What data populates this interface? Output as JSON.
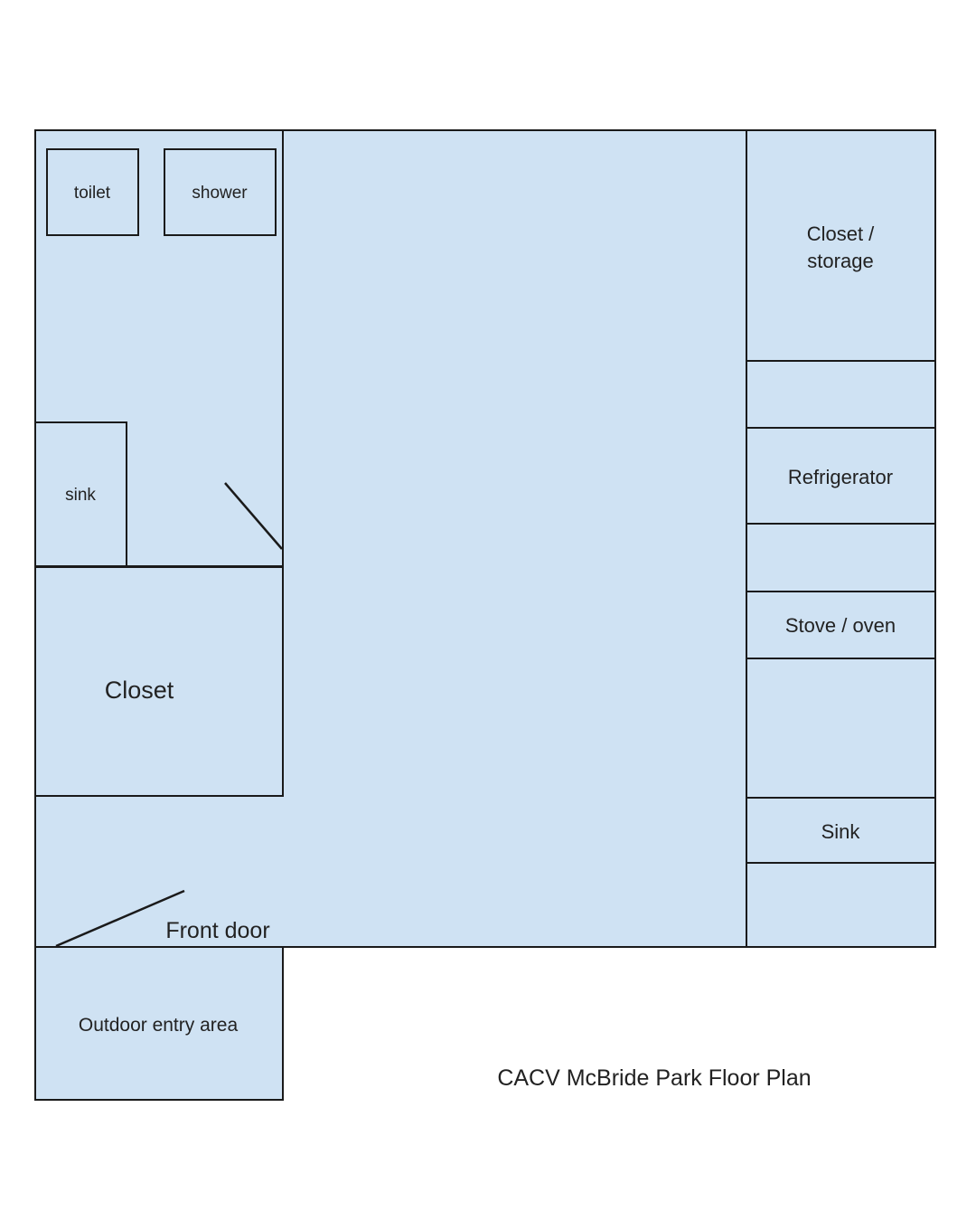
{
  "plan": {
    "title": "CACV McBride Park Floor Plan",
    "colors": {
      "room_fill": "#cfe2f3",
      "line": "#1a1a1a",
      "text": "#222222"
    },
    "labels": {
      "toilet": "toilet",
      "shower": "shower",
      "bath_sink": "sink",
      "closet": "Closet",
      "front_door": "Front door",
      "outdoor_entry": "Outdoor entry area",
      "closet_storage_line1": "Closet /",
      "closet_storage_line2": "storage",
      "refrigerator": "Refrigerator",
      "stove_oven": "Stove / oven",
      "kitchen_sink": "Sink"
    }
  }
}
